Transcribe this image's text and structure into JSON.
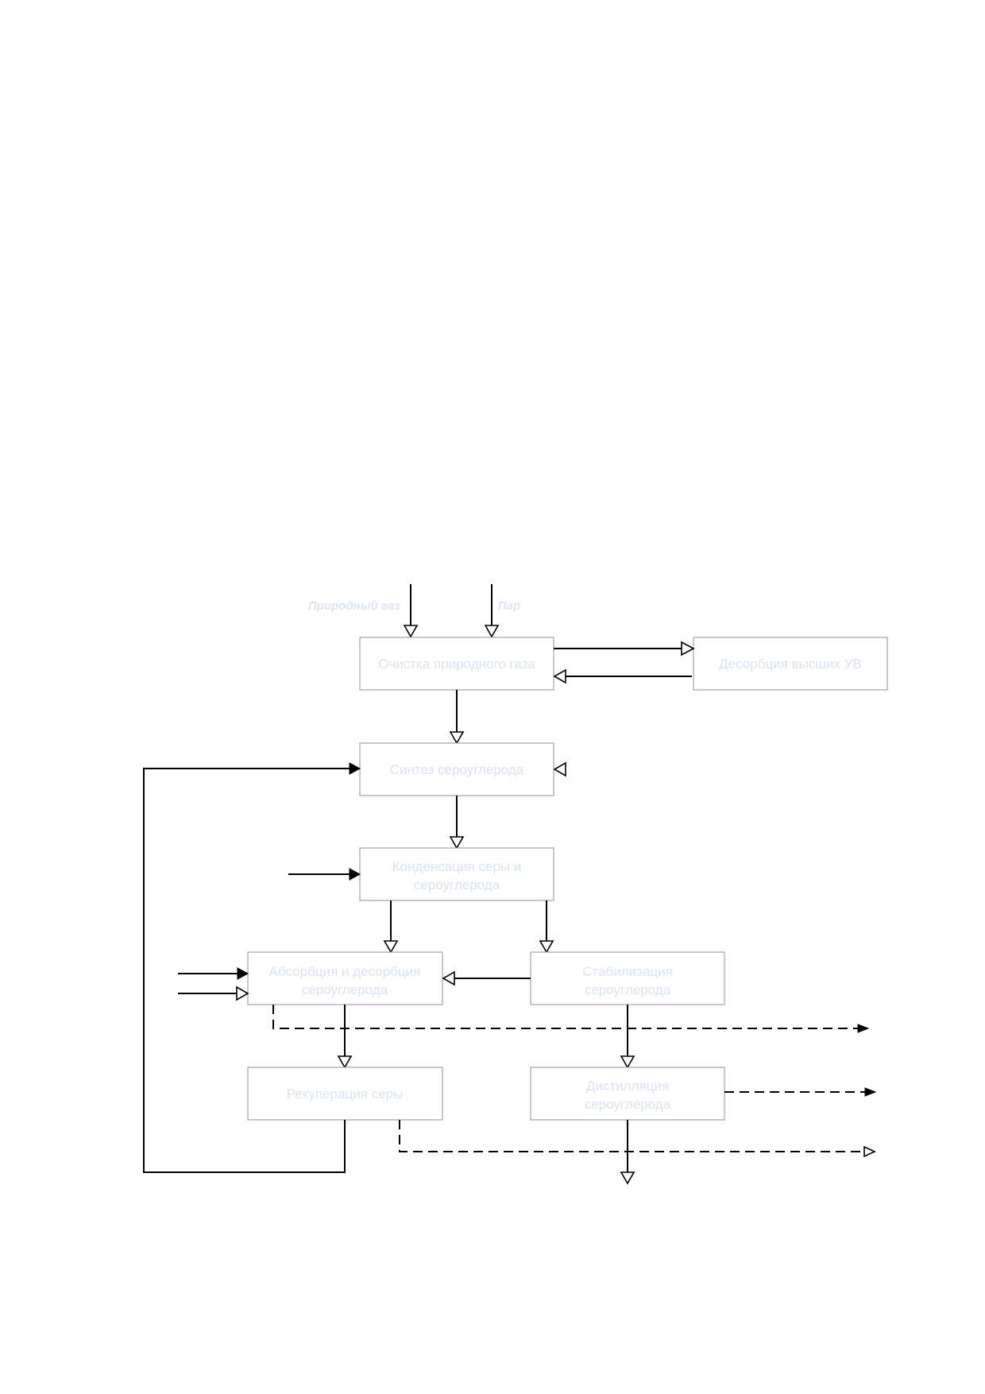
{
  "inputs": {
    "natural_gas": "Природный газ",
    "steam": "Пар"
  },
  "nodes": {
    "gas_cleaning": "Очистка природного газа",
    "desorption_hc": "Десорбция высших УВ",
    "cs2_synthesis": "Синтез сероуглерода",
    "condensation": [
      "Конденсация серы и",
      "сероуглерода"
    ],
    "absorption": [
      "Абсорбция и десорбция",
      "сероуглерода"
    ],
    "stabilization": [
      "Стабилизация",
      "сероуглерода"
    ],
    "sulfur_recuperation": "Рекуперация серы",
    "distillation": [
      "Дистилляция",
      "сероуглерода"
    ]
  },
  "outputs": {
    "out_1": "",
    "out_2": "",
    "out_3": [
      "",
      ""
    ]
  }
}
